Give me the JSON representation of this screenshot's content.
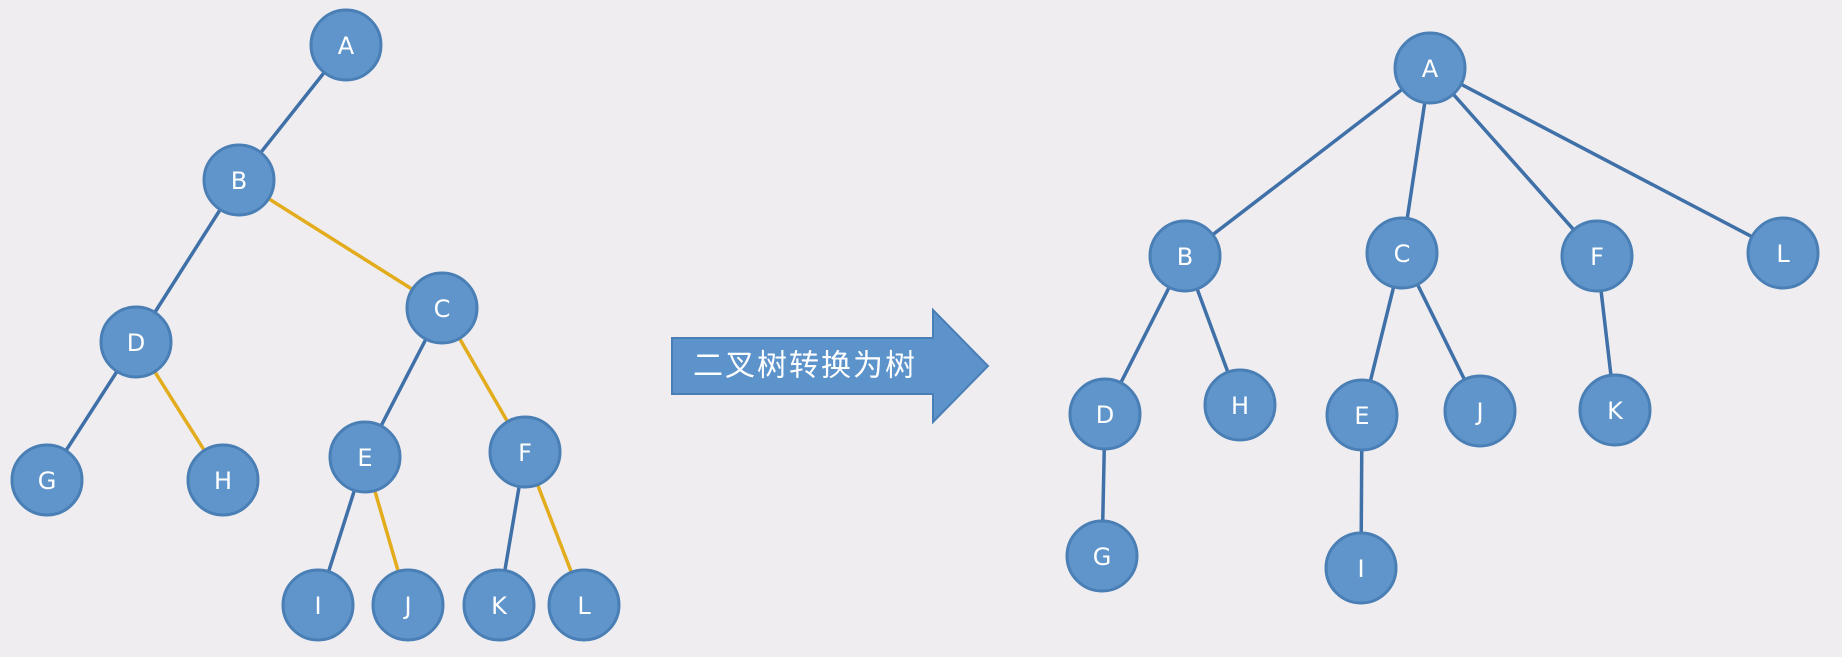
{
  "colors": {
    "background": "#efedf0",
    "node_fill": "#5f95cb",
    "tree_edge": "#3f70a8",
    "sibling_edge": "#e2ac1d",
    "arrow_fill": "#5d93cb"
  },
  "arrow": {
    "label": "二叉树转换为树"
  },
  "binary_tree": {
    "nodes": [
      "A",
      "B",
      "C",
      "D",
      "E",
      "F",
      "G",
      "H",
      "I",
      "J",
      "K",
      "L"
    ],
    "edges": [
      {
        "from": "A",
        "to": "B",
        "kind": "child"
      },
      {
        "from": "B",
        "to": "D",
        "kind": "child"
      },
      {
        "from": "B",
        "to": "C",
        "kind": "sibling"
      },
      {
        "from": "D",
        "to": "G",
        "kind": "child"
      },
      {
        "from": "D",
        "to": "H",
        "kind": "sibling"
      },
      {
        "from": "C",
        "to": "E",
        "kind": "child"
      },
      {
        "from": "C",
        "to": "F",
        "kind": "sibling"
      },
      {
        "from": "E",
        "to": "I",
        "kind": "child"
      },
      {
        "from": "E",
        "to": "J",
        "kind": "sibling"
      },
      {
        "from": "F",
        "to": "K",
        "kind": "child"
      },
      {
        "from": "F",
        "to": "L",
        "kind": "sibling"
      }
    ]
  },
  "general_tree": {
    "nodes": [
      "A",
      "B",
      "C",
      "F",
      "L",
      "D",
      "H",
      "E",
      "J",
      "K",
      "G",
      "I"
    ],
    "edges": [
      {
        "from": "A",
        "to": "B"
      },
      {
        "from": "A",
        "to": "C"
      },
      {
        "from": "A",
        "to": "F"
      },
      {
        "from": "A",
        "to": "L"
      },
      {
        "from": "B",
        "to": "D"
      },
      {
        "from": "B",
        "to": "H"
      },
      {
        "from": "C",
        "to": "E"
      },
      {
        "from": "C",
        "to": "J"
      },
      {
        "from": "F",
        "to": "K"
      },
      {
        "from": "D",
        "to": "G"
      },
      {
        "from": "E",
        "to": "I"
      }
    ]
  }
}
